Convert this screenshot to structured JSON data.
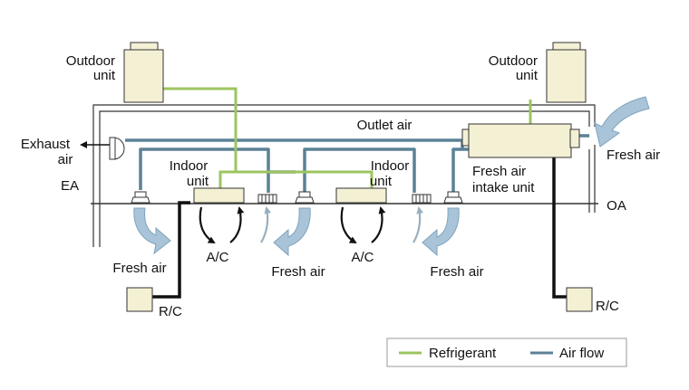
{
  "labels": {
    "outdoor_unit_left_line1": "Outdoor",
    "outdoor_unit_left_line2": "unit",
    "outdoor_unit_right_line1": "Outdoor",
    "outdoor_unit_right_line2": "unit",
    "outlet_air": "Outlet air",
    "exhaust_air_line1": "Exhaust",
    "exhaust_air_line2": "air",
    "ea": "EA",
    "oa": "OA",
    "indoor_unit_left_line1": "Indoor",
    "indoor_unit_left_line2": "unit",
    "indoor_unit_right_line1": "Indoor",
    "indoor_unit_right_line2": "unit",
    "fresh_air_intake_line1": "Fresh air",
    "fresh_air_intake_line2": "intake unit",
    "fresh_air_outside": "Fresh air",
    "fresh_air_1": "Fresh air",
    "fresh_air_2": "Fresh air",
    "fresh_air_3": "Fresh air",
    "ac_left": "A/C",
    "ac_right": "A/C",
    "rc_left": "R/C",
    "rc_right": "R/C"
  },
  "legend": {
    "refrigerant": "Refrigerant",
    "air_flow": "Air flow"
  },
  "colors": {
    "refrigerant": "#9dc45f",
    "air_flow": "#5b8196",
    "unit_fill": "#f4f0d4",
    "unit_stroke": "#333333",
    "arrow_fill": "#a9c4d8",
    "arrow_stroke": "#7ea3bb",
    "light_arrow": "#99b0bf",
    "wire": "#111111"
  }
}
